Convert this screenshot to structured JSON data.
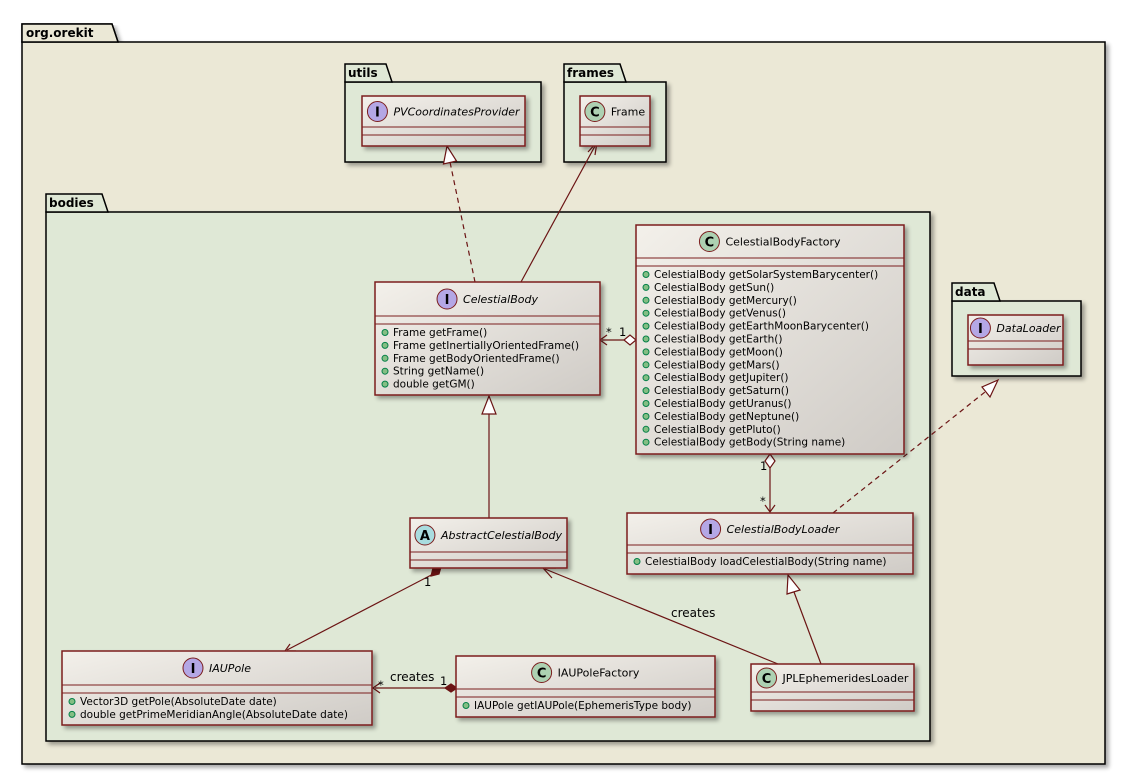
{
  "packages": {
    "root": "org.orekit",
    "utils": "utils",
    "frames": "frames",
    "bodies": "bodies",
    "data": "data"
  },
  "colors": {
    "outer_package": "#ebe8d6",
    "inner_package": "#dfe8d6",
    "border": "#000000",
    "class_stroke": "#7b1e1e",
    "class_fill": "#ece7e1",
    "edge": "#6b1414",
    "interface_circle": "#b4a7e5",
    "class_circle": "#add1b2",
    "abstract_circle": "#a9dcdf"
  },
  "classes": {
    "pvcoordinatesprovider": {
      "kind": "I",
      "name": "PVCoordinatesProvider",
      "members": []
    },
    "frame": {
      "kind": "C",
      "name": "Frame",
      "members": []
    },
    "dataloader": {
      "kind": "I",
      "name": "DataLoader",
      "members": []
    },
    "celestialbody": {
      "kind": "I",
      "name": "CelestialBody",
      "members": [
        "Frame getFrame()",
        "Frame getInertiallyOrientedFrame()",
        "Frame getBodyOrientedFrame()",
        "String getName()",
        "double getGM()"
      ]
    },
    "celestialbodyfactory": {
      "kind": "C",
      "name": "CelestialBodyFactory",
      "members": [
        "CelestialBody getSolarSystemBarycenter()",
        "CelestialBody getSun()",
        "CelestialBody getMercury()",
        "CelestialBody getVenus()",
        "CelestialBody getEarthMoonBarycenter()",
        "CelestialBody getEarth()",
        "CelestialBody getMoon()",
        "CelestialBody getMars()",
        "CelestialBody getJupiter()",
        "CelestialBody getSaturn()",
        "CelestialBody getUranus()",
        "CelestialBody getNeptune()",
        "CelestialBody getPluto()",
        "CelestialBody getBody(String name)"
      ]
    },
    "abstractcelestialbody": {
      "kind": "A",
      "name": "AbstractCelestialBody",
      "members": []
    },
    "celestialbodyloader": {
      "kind": "I",
      "name": "CelestialBodyLoader",
      "members": [
        "CelestialBody loadCelestialBody(String name)"
      ]
    },
    "iaupole": {
      "kind": "I",
      "name": "IAUPole",
      "members": [
        "Vector3D getPole(AbsoluteDate date)",
        "double getPrimeMeridianAngle(AbsoluteDate date)"
      ]
    },
    "iaupolefactory": {
      "kind": "C",
      "name": "IAUPoleFactory",
      "members": [
        "IAUPole getIAUPole(EphemerisType body)"
      ]
    },
    "jplephemeridesloader": {
      "kind": "C",
      "name": "JPLEphemeridesLoader",
      "members": []
    }
  },
  "member_bullet": "+",
  "edge_labels": {
    "creates_jpl": "creates",
    "creates_iau": "creates"
  },
  "multiplicities": {
    "factory_to_body_many": "*",
    "factory_to_body_one": "1",
    "factory_to_loader_one": "1",
    "factory_to_loader_many": "*",
    "abstract_to_pole_one": "1",
    "polefactory_to_pole_many": "*",
    "polefactory_to_pole_one": "1"
  }
}
